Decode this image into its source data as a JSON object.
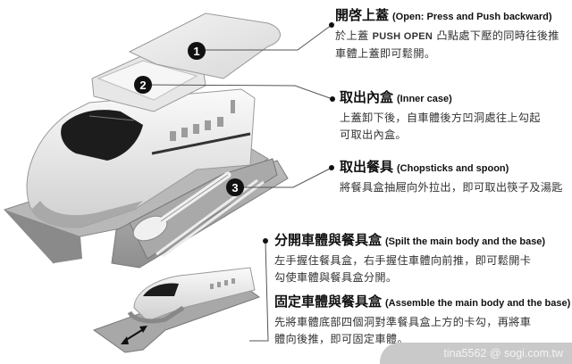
{
  "steps": [
    {
      "number": "1",
      "title_zh": "開啓上蓋",
      "title_en": "(Open: Press and Push backward)",
      "desc_line1_pre": "於上蓋 ",
      "desc_line1_bold": "PUSH OPEN",
      "desc_line1_post": " 凸點處下壓的同時往後推",
      "desc_line2": "車體上蓋即可鬆開。"
    },
    {
      "number": "2",
      "title_zh": "取出內盒",
      "title_en": "(Inner case)",
      "desc_line1": "上蓋卸下後，自車體後方凹洞處往上勾起",
      "desc_line2": "可取出內盒。"
    },
    {
      "number": "3",
      "title_zh": "取出餐具",
      "title_en": "(Chopsticks and spoon)",
      "desc_line1": "將餐具盒抽屜向外拉出，即可取出筷子及湯匙"
    },
    {
      "title_zh": "分開車體與餐具盒",
      "title_en": "(Spilt the main body and the base)",
      "desc_line1": "左手握住餐具盒，右手握住車體向前推，即可鬆開卡",
      "desc_line2": "勾使車體與餐具盒分開。"
    },
    {
      "title_zh": "固定車體與餐具盒",
      "title_en": "(Assemble the main body and the base)",
      "desc_line1": "先將車體底部四個洞對準餐具盒上方的卡勾，再將車",
      "desc_line2": "體向後推，即可固定車體。"
    }
  ],
  "watermark": "tina5562  @ sogi.com.tw",
  "colors": {
    "background": "#ffffff",
    "badge": "#111111",
    "callout_line": "#555555",
    "watermark_bg": "#c9c9c9"
  }
}
